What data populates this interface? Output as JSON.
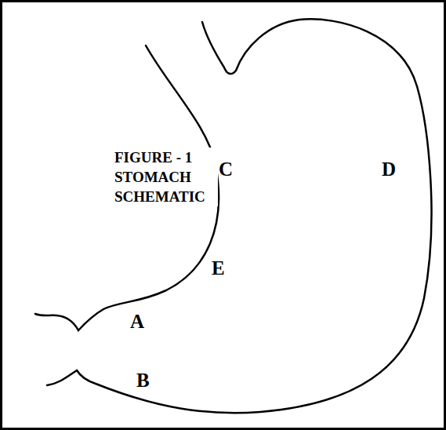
{
  "diagram": {
    "title": "FIGURE - 1 STOMACH SCHEMATIC",
    "labels": [
      "C",
      "D",
      "E",
      "A",
      "B"
    ]
  }
}
